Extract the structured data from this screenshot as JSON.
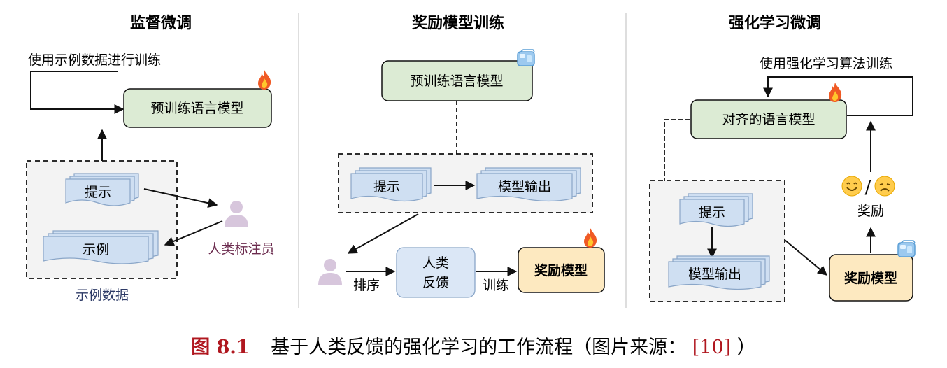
{
  "panels": {
    "sft": {
      "title": "监督微调",
      "loop_label": "使用示例数据进行训练",
      "model_label": "预训练语言模型",
      "prompt_label": "提示",
      "example_label": "示例",
      "annotator_label": "人类标注员",
      "group_label": "示例数据"
    },
    "rm": {
      "title": "奖励模型训练",
      "pretrained_label": "预训练语言模型",
      "prompt_label": "提示",
      "output_label": "模型输出",
      "rank_label": "排序",
      "feedback_line1": "人类",
      "feedback_line2": "反馈",
      "train_label": "训练",
      "reward_model_label": "奖励模型"
    },
    "rl": {
      "title": "强化学习微调",
      "loop_label": "使用强化学习算法训练",
      "aligned_label": "对齐的语言模型",
      "prompt_label": "提示",
      "output_label": "模型输出",
      "reward_model_label": "奖励模型",
      "reward_label": "奖励",
      "slash": "/"
    }
  },
  "caption": {
    "label": "图 8.1",
    "text": "基于人类反馈的强化学习的工作流程（图片来源：",
    "ref": "[10]",
    "close": "）"
  },
  "icons": {
    "trainable": "fire-icon",
    "frozen": "ice-icon",
    "human": "person-icon",
    "positive": "smile-emoji-icon",
    "negative": "sad-emoji-icon"
  },
  "colors": {
    "model_green": "#dcebd4",
    "doc_blue": "#cfdff2",
    "reward_yellow": "#fde9c0",
    "feedback_blue": "#dbe7f6",
    "person_purple": "#d7c6dc",
    "caption_red": "#b0171f"
  }
}
